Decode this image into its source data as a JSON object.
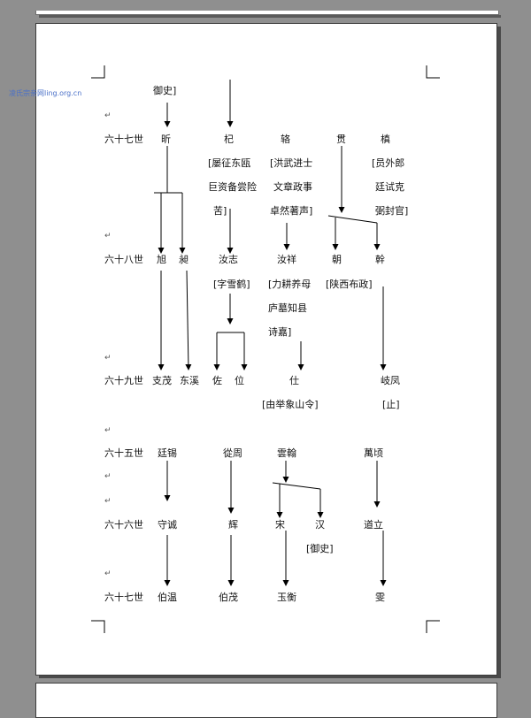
{
  "watermark": "凌氏宗亲网ling.org.cn",
  "header_text": "御史]",
  "generation_labels": [
    "六十七世",
    "六十八世",
    "六十九世",
    "六十五世",
    "六十六世",
    "六十七世"
  ],
  "block1": {
    "gen67": [
      "昕",
      "杞",
      "辂",
      "贯",
      "槙"
    ],
    "notes67": [
      [
        "[屡征东瓯",
        "巨资备尝险",
        "苦]"
      ],
      [
        "[洪武进士",
        "文章政事",
        "卓然著声]"
      ],
      [
        "[员外郎",
        "廷试克",
        "弼封官]"
      ]
    ],
    "gen68": [
      "旭",
      "昶",
      "汝志",
      "汝祥",
      "朝",
      "幹"
    ],
    "notes68": [
      [
        "[字雪鹤]"
      ],
      [
        "[力耕养母",
        "庐墓知县",
        "诗嘉]"
      ],
      [
        "[陕西布政]"
      ]
    ],
    "gen69": [
      "支茂",
      "东溪",
      "佐",
      "位",
      "仕",
      "岐凤"
    ],
    "notes69": [
      "[由举象山令]",
      "[止]"
    ]
  },
  "block2": {
    "gen65": [
      "廷锡",
      "從周",
      "雲翰",
      "萬顷"
    ],
    "gen66": [
      "守诚",
      "辉",
      "宋",
      "汉",
      "道立"
    ],
    "notes66": [
      "[御史]"
    ],
    "gen67": [
      "伯温",
      "伯茂",
      "玉衡",
      "雯"
    ]
  }
}
